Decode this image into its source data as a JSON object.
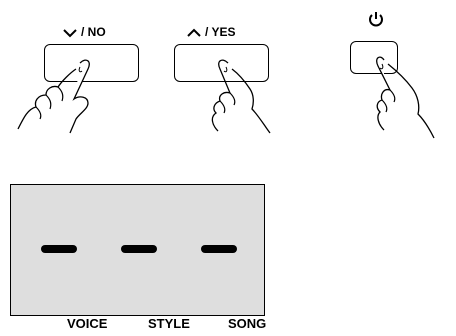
{
  "buttons": {
    "no": {
      "label": "/ NO",
      "icon": "chevron-down-icon"
    },
    "yes": {
      "label": "/ YES",
      "icon": "chevron-up-icon"
    },
    "power": {
      "icon": "power-icon"
    }
  },
  "display": {
    "segments": [
      "-",
      "-",
      "-"
    ],
    "captions": {
      "voice": "VOICE",
      "style": "STYLE",
      "song": "SONG"
    }
  }
}
